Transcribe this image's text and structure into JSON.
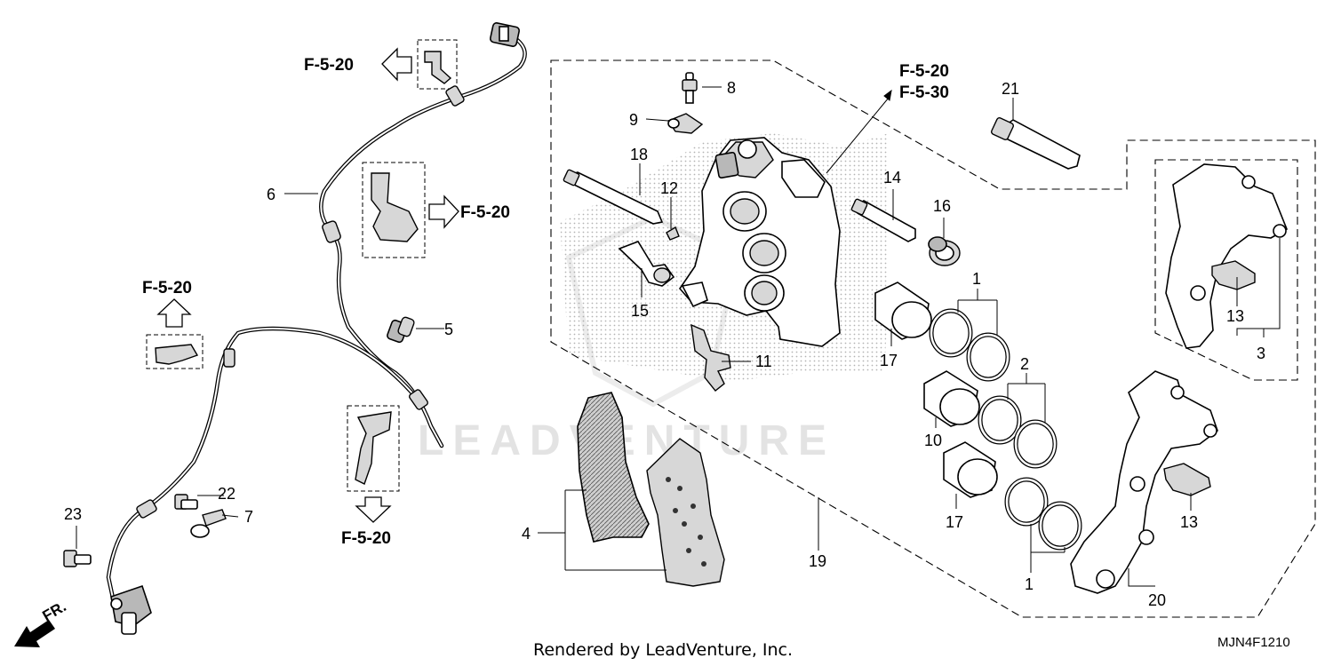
{
  "diagram": {
    "part_labels": {
      "p1a": "1",
      "p1b": "1",
      "p2": "2",
      "p3": "3",
      "p4": "4",
      "p5": "5",
      "p6": "6",
      "p7": "7",
      "p8": "8",
      "p9": "9",
      "p10": "10",
      "p11": "11",
      "p12": "12",
      "p13a": "13",
      "p13b": "13",
      "p14": "14",
      "p15": "15",
      "p16": "16",
      "p17a": "17",
      "p17b": "17",
      "p18": "18",
      "p19": "19",
      "p20": "20",
      "p21": "21",
      "p22": "22",
      "p23": "23"
    },
    "references": {
      "r1": "F-5-20",
      "r2": "F-5-20",
      "r3": "F-5-20",
      "r4": "F-5-20",
      "r5a": "F-5-20",
      "r5b": "F-5-30"
    },
    "front_indicator": "FR.",
    "watermark": "LEADVENTURE",
    "footer": "Rendered by LeadVenture, Inc.",
    "diagram_code": "MJN4F1210"
  }
}
